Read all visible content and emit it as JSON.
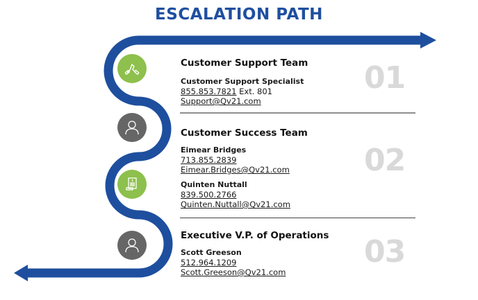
{
  "title": "ESCALATION PATH",
  "colors": {
    "path_blue": "#1e4f9e",
    "title_blue": "#1f4fa0",
    "icon_green": "#8dc04c",
    "icon_gray": "#666666",
    "step_number_gray": "#d9d9d9"
  },
  "steps": [
    {
      "number": "01",
      "title": "Customer Support Team",
      "icon": "handshake-icon",
      "contacts": [
        {
          "name": "Customer Support Specialist",
          "phone": "855.853.7821",
          "ext": " Ext. 801",
          "email": "Support@Qv21.com"
        }
      ]
    },
    {
      "number": "02",
      "title": "Customer Success Team",
      "icon": "person-icon",
      "contacts": [
        {
          "name": "Eimear Bridges",
          "phone": "713.855.2839",
          "email": "Eimear.Bridges@Qv21.com"
        },
        {
          "name": "Quinten Nuttall",
          "phone": "839.500.2766",
          "email": "Quinten.Nuttall@Qv21.com"
        }
      ]
    },
    {
      "number": "03",
      "title": "Executive V.P. of Operations",
      "icon": "person-icon",
      "contacts": [
        {
          "name": "Scott Greeson",
          "phone": "512.964.1209",
          "email": "Scott.Greeson@Qv21.com"
        }
      ]
    }
  ],
  "path_icons": [
    "handshake-icon",
    "person-icon",
    "document-icon",
    "person-icon"
  ]
}
